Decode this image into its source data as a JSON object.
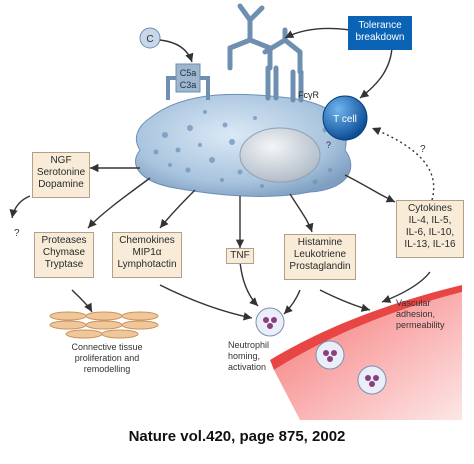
{
  "receptors": {
    "complement": [
      "C5a",
      "C3a"
    ],
    "fc": "FcγR"
  },
  "cells": {
    "t_cell": "T cell",
    "complement_symbol": "C"
  },
  "question_marks": [
    "?",
    "?",
    "?"
  ],
  "tolerance": {
    "line1": "Tolerance",
    "line2": "breakdown"
  },
  "boxes": {
    "ngf": [
      "NGF",
      "Serotonine",
      "Dopamine"
    ],
    "proteases": [
      "Proteases",
      "Chymase",
      "Tryptase"
    ],
    "chemokines": [
      "Chemokines",
      "MIP1α",
      "Lymphotactin"
    ],
    "tnf": [
      "TNF"
    ],
    "histamine": [
      "Histamine",
      "Leukotriene",
      "Prostaglandin"
    ],
    "cytokines": [
      "Cytokines",
      "IL-4, IL-5,",
      "IL-6, IL-10,",
      "IL-13, IL-16"
    ]
  },
  "outcomes": {
    "connective": [
      "Connective tissue",
      "proliferation and",
      "remodelling"
    ],
    "neutrophil": [
      "Neutrophil",
      "homing,",
      "activation"
    ],
    "vascular": [
      "Vascular",
      "adhesion,",
      "permeability"
    ]
  },
  "caption": "Nature vol.420, page 875, 2002"
}
